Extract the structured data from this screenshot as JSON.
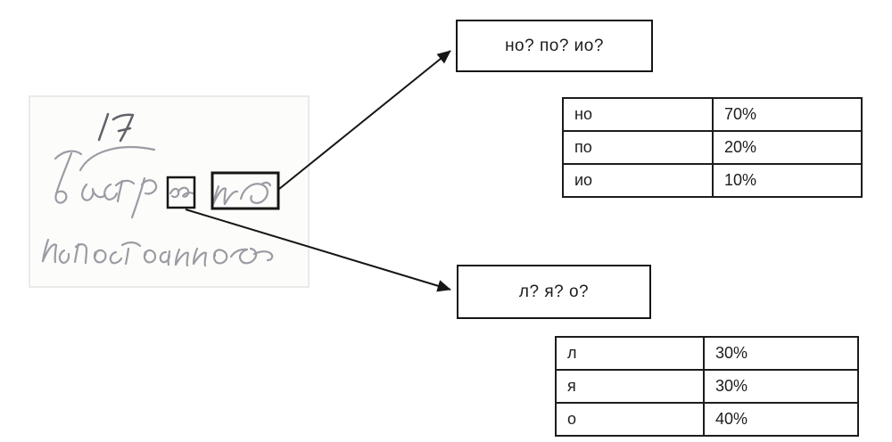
{
  "scan": {
    "page_number": "17",
    "line1": "Быстро но",
    "line2": "непостоянно",
    "transcription": "17 Быстро но непостоянно",
    "word_region_label": "но",
    "letter_region_label": "о"
  },
  "branches": {
    "top": {
      "question": "но? по? ио?",
      "options": [
        {
          "label": "но",
          "probability": "70%"
        },
        {
          "label": "по",
          "probability": "20%"
        },
        {
          "label": "ио",
          "probability": "10%"
        }
      ]
    },
    "bottom": {
      "question": "л? я? о?",
      "options": [
        {
          "label": "л",
          "probability": "30%"
        },
        {
          "label": "я",
          "probability": "30%"
        },
        {
          "label": "о",
          "probability": "40%"
        }
      ]
    }
  },
  "colors": {
    "line_and_border": "#161616",
    "table_border": "#1c1c1c",
    "text": "#1c1c1c",
    "pencil_stroke": "#84848e",
    "pencil_dark": "#51515a",
    "paper_fill": "#fcfcfb",
    "paper_border": "#e3e3e3",
    "page_background": "#ffffff"
  }
}
